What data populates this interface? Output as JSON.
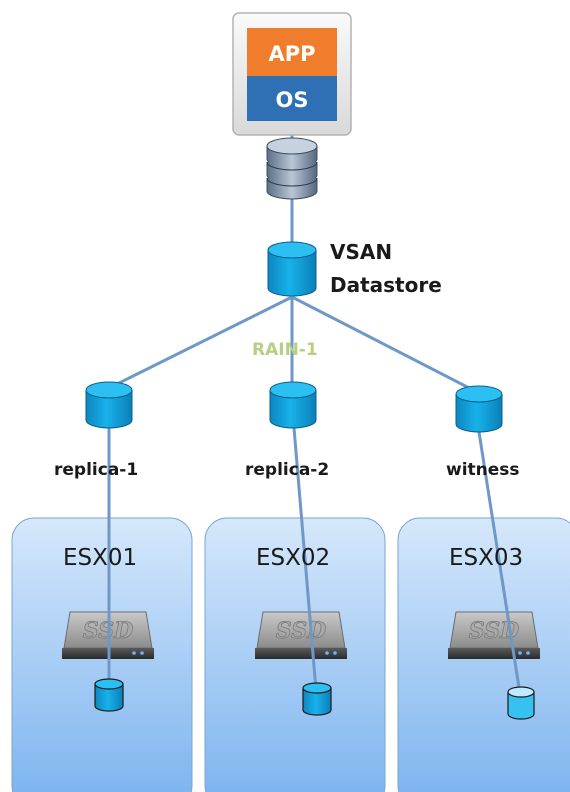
{
  "vm": {
    "app_label": "APP",
    "os_label": "OS",
    "app_color": "#f07d2b",
    "os_color": "#2f6fb3"
  },
  "datastore": {
    "label_line1": "VSAN",
    "label_line2": "Datastore"
  },
  "policy": {
    "label": "RAIN-1",
    "color": "#b6cf83"
  },
  "components": [
    {
      "label": "replica-1"
    },
    {
      "label": "replica-2"
    },
    {
      "label": "witness"
    }
  ],
  "hosts": [
    {
      "name": "ESX01",
      "disk_label": "SSD"
    },
    {
      "name": "ESX02",
      "disk_label": "SSD"
    },
    {
      "name": "ESX03",
      "disk_label": "SSD"
    }
  ],
  "colors": {
    "connector": "#6f98c6",
    "cylinder": "#0a9fd8",
    "host_fill_top": "#d3e6fb",
    "host_fill_bottom": "#79b0ee"
  }
}
